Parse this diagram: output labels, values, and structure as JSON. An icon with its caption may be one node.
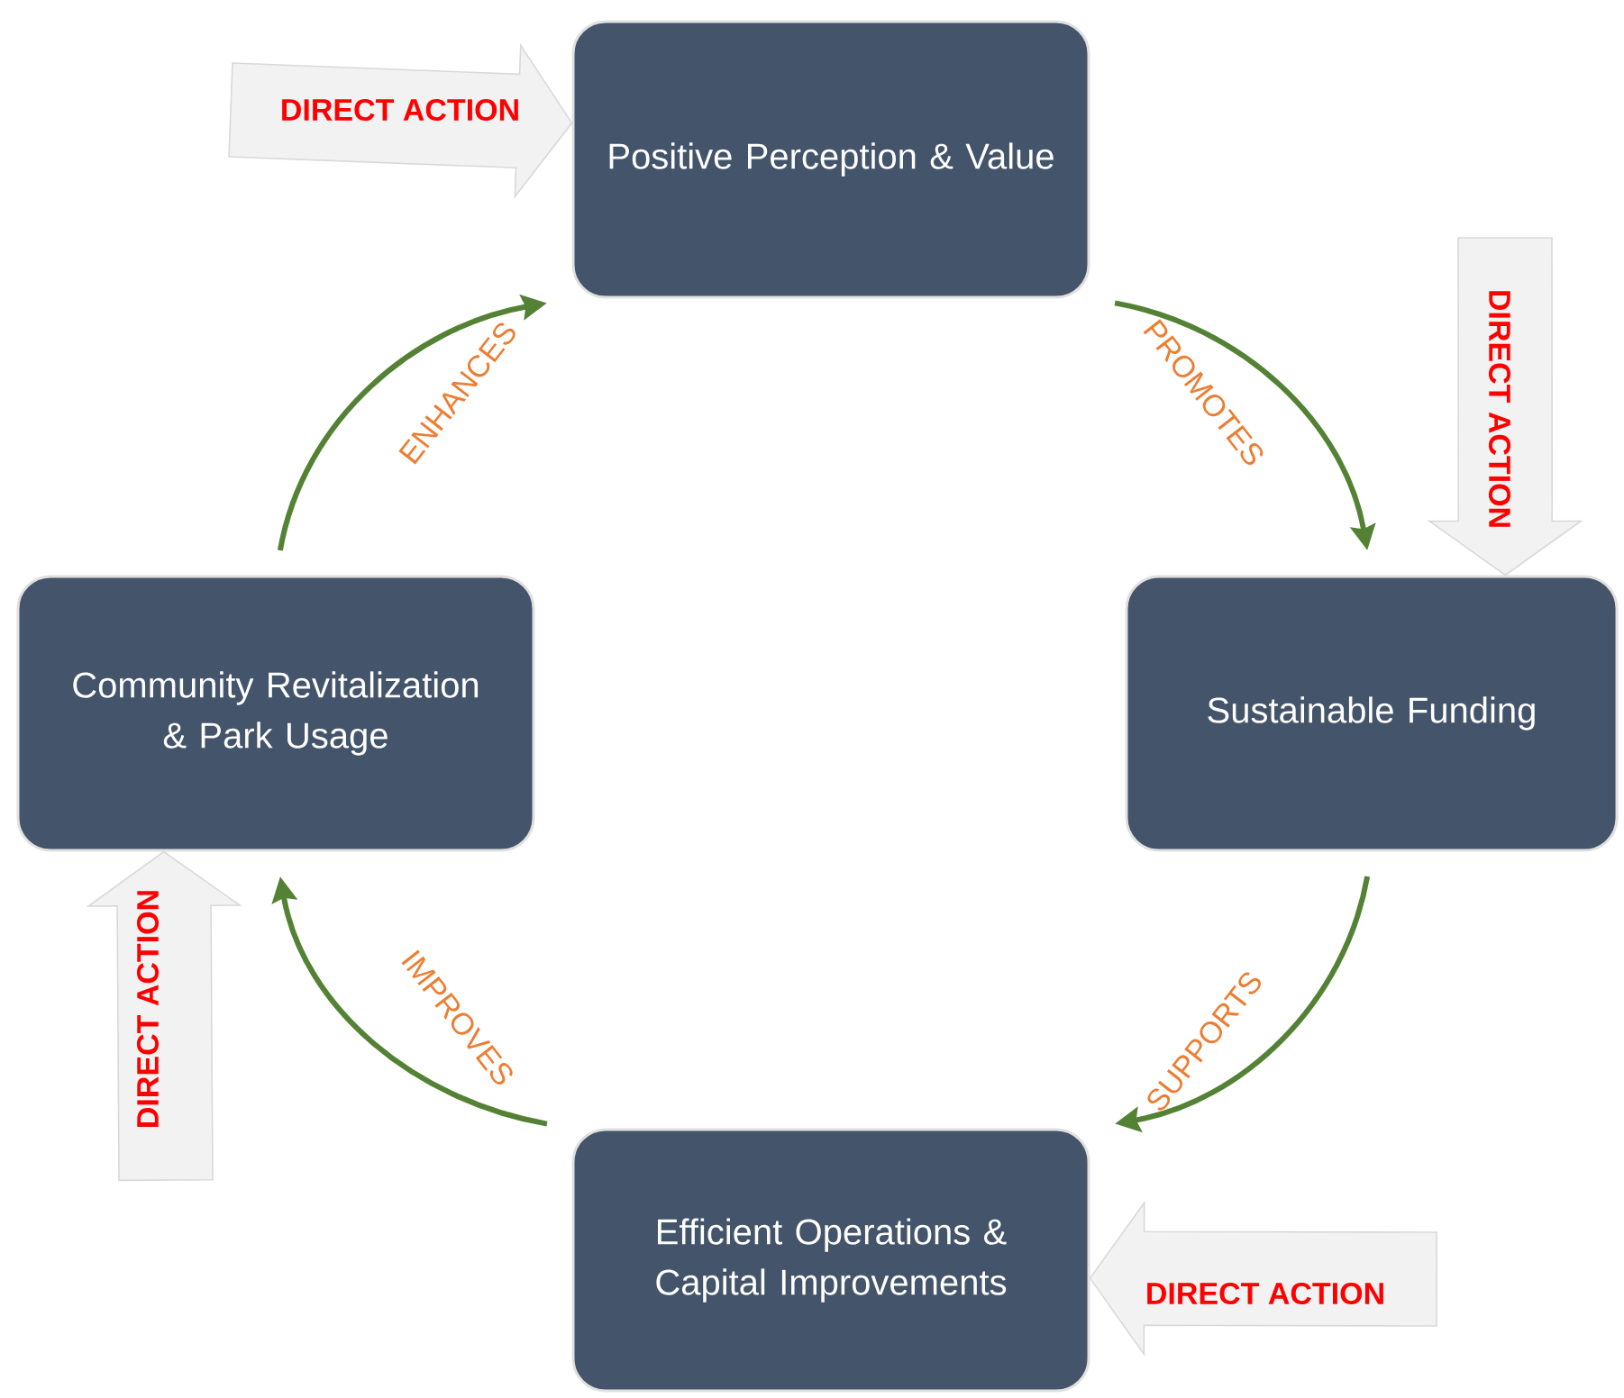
{
  "diagram": {
    "nodes": [
      {
        "text": [
          "Positive Perception & Value"
        ]
      },
      {
        "text": [
          "Sustainable Funding"
        ]
      },
      {
        "text": [
          "Efficient Operations & Capital Improvements"
        ]
      },
      {
        "text": [
          "Community Revitalization & Park Usage"
        ]
      }
    ],
    "edges": [
      {
        "from": 0,
        "to": 1,
        "arrow": "to",
        "label": "PROMOTES"
      },
      {
        "from": 1,
        "to": 2,
        "arrow": "to",
        "label": "SUPPORTS"
      },
      {
        "from": 2,
        "to": 3,
        "arrow": "to",
        "label": "IMPROVES"
      },
      {
        "from": 3,
        "to": 0,
        "arrow": "to",
        "label": "ENHANCES"
      },
      {
        "from": null,
        "to": 0,
        "arrow": "to",
        "label": "DIRECT ACTION",
        "style": "thick",
        "color": "#f2f2f2"
      },
      {
        "from": null,
        "to": 1,
        "arrow": "to",
        "label": "DIRECT ACTION",
        "style": "thick",
        "color": "#f2f2f2"
      },
      {
        "from": null,
        "to": 2,
        "arrow": "to",
        "label": "DIRECT ACTION",
        "style": "thick",
        "color": "#f2f2f2"
      },
      {
        "from": null,
        "to": 3,
        "arrow": "to",
        "label": "DIRECT ACTION",
        "style": "thick",
        "color": "#f2f2f2"
      }
    ]
  }
}
